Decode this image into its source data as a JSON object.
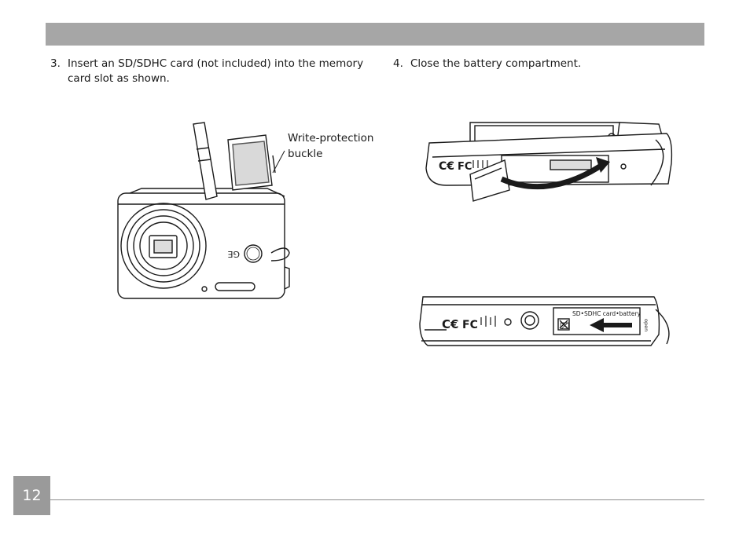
{
  "steps": [
    {
      "number": "3.",
      "text": "Insert an SD/SDHC card (not included) into the memory card slot as shown."
    },
    {
      "number": "4.",
      "text": "Close the battery compartment."
    }
  ],
  "callout": {
    "line1": "Write-protection",
    "line2": "buckle"
  },
  "camera_logo": "GE",
  "camera_logo_text": "GE",
  "compartment_label": "SD•SDHC card•battery",
  "open_label": "open",
  "footer": {
    "page_number": "12"
  },
  "icons": [
    "ce-mark-icon",
    "fcc-mark-icon",
    "arrow-icon",
    "recycle-bin-icon"
  ],
  "colors": {
    "header_bar": "#a6a6a6",
    "page_box": "#9a9a9a",
    "footer_line": "#8c8c8c"
  }
}
